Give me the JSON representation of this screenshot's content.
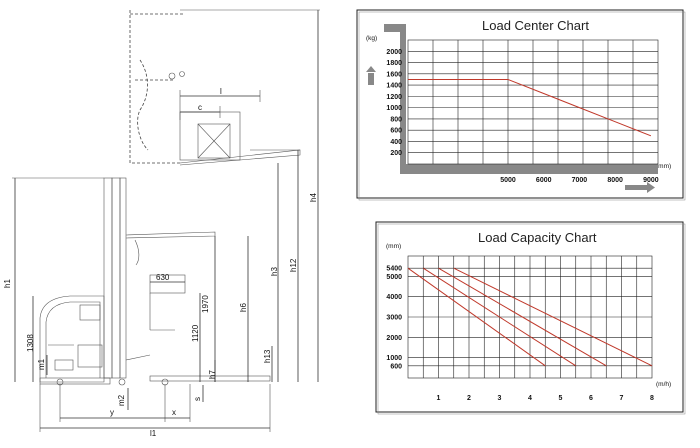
{
  "diagram": {
    "dimension_labels": {
      "h1": "h1",
      "h3": "h3",
      "h4": "h4",
      "h6": "h6",
      "h7": "h7",
      "h12": "h12",
      "h13": "h13",
      "m1": "m1",
      "m2": "m2",
      "l": "l",
      "l1": "l1",
      "c": "c",
      "x": "x",
      "y": "y",
      "s": "s",
      "d1308": "1308",
      "d630": "630",
      "d1970": "1970",
      "d1120": "1120"
    }
  },
  "chart_data": [
    {
      "type": "line",
      "title": "Load Center Chart",
      "xunit": "(mm)",
      "yunit": "(kg)",
      "x_ticks": [
        5000,
        6000,
        7000,
        8000,
        9000
      ],
      "y_ticks": [
        200,
        400,
        600,
        800,
        1000,
        1200,
        1400,
        1600,
        1800,
        2000
      ],
      "xlim": [
        2200,
        9200
      ],
      "ylim": [
        0,
        2200
      ],
      "grid": true,
      "series": [
        {
          "x": [
            2200,
            5000,
            6000,
            7000,
            8000,
            9000
          ],
          "y": [
            1500,
            1500,
            1250,
            1000,
            750,
            500
          ]
        }
      ]
    },
    {
      "type": "line",
      "title": "Load Capacity Chart",
      "xunit": "(m/h)",
      "yunit": "(mm)",
      "x_ticks": [
        1,
        2,
        3,
        4,
        5,
        6,
        7,
        8
      ],
      "y_ticks": [
        600,
        1000,
        2000,
        3000,
        4000,
        5000,
        5400
      ],
      "xlim": [
        0,
        8
      ],
      "ylim": [
        0,
        6000
      ],
      "grid": true,
      "series": [
        {
          "x": [
            0,
            4.5
          ],
          "y": [
            5400,
            600
          ]
        },
        {
          "x": [
            0.5,
            5.5
          ],
          "y": [
            5400,
            600
          ]
        },
        {
          "x": [
            1,
            6.5
          ],
          "y": [
            5400,
            600
          ]
        },
        {
          "x": [
            1.5,
            8
          ],
          "y": [
            5400,
            600
          ]
        }
      ]
    }
  ]
}
